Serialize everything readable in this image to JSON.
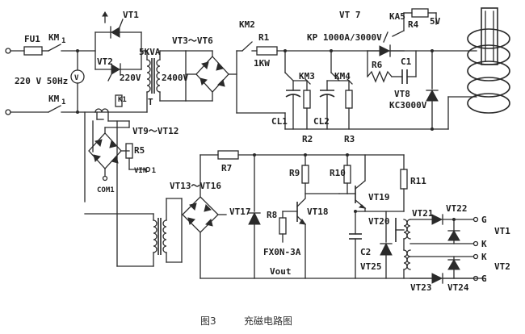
{
  "caption": {
    "figure": "图3",
    "title": "充磁电路图"
  },
  "labels": {
    "fu1": "FU1",
    "km1_top": "KM",
    "km1_top_sub": "1",
    "km1_bot": "KM",
    "km1_bot_sub": "1",
    "supply": "220 V 50Hz",
    "vt1": "VT1",
    "vt2": "VT2",
    "v_meter": "V",
    "kvA": "5KVA",
    "v220": "220V",
    "v2400": "2400V",
    "t": "T",
    "k1": "K1",
    "vt3_6": "VT3～VT6",
    "km2": "KM2",
    "r1": "R1",
    "r1_val": "1KW",
    "vt7": "VT 7",
    "ka5": "KA5",
    "r4": "R4",
    "v5": "5V",
    "kp": "KP 1000A/3000V",
    "r6": "R6",
    "c1": "C1",
    "km3": "KM3",
    "km4": "KM4",
    "cl1": "CL1",
    "cl2": "CL2",
    "vt8": "VT8",
    "kc": "KC3000V",
    "r2": "R2",
    "r3": "R3",
    "vt9_12": "VT9～VT12",
    "r5": "R5",
    "vin1": "VIN 1",
    "com1": "COM1",
    "r7": "R7",
    "r9": "R9",
    "r10": "R10",
    "r11": "R11",
    "vt13_16": "VT13～VT16",
    "vt17": "VT17",
    "r8": "R8",
    "vt18": "VT18",
    "vt19": "VT19",
    "vt20": "VT20",
    "vt21": "VT21",
    "vt22": "VT22",
    "c2": "C2",
    "vt25": "VT25",
    "vt23": "VT23",
    "vt24": "VT24",
    "fx": "FX0N-3A",
    "vout": "Vout",
    "g1": "G",
    "k_1": "K",
    "k_2": "K",
    "g2": "G",
    "out1": "VT1",
    "out2": "VT2"
  }
}
